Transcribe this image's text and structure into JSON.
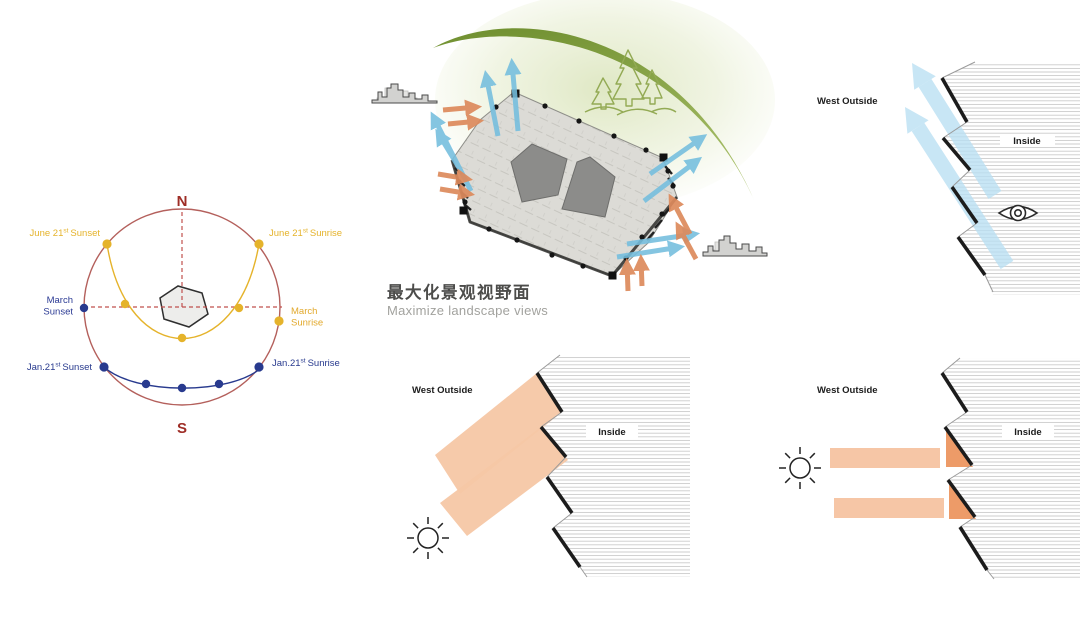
{
  "colors": {
    "sun_path_circle": "#b4605c",
    "compass_text": "#9e2d26",
    "summer_yellow": "#e5b32b",
    "winter_navy": "#283a8e",
    "view_arrow_blue": "#74bede",
    "facade_view_blue": "#b9dff2",
    "sun_arrow_orange": "#dd8a5c",
    "sun_beam_salmon": "#f6c7a5",
    "sun_beam_deep": "#ec9660",
    "landscape_green": "#7f9b3d"
  },
  "sun_path": {
    "north": "N",
    "south": "S",
    "june_sunset": {
      "pre": "June 21",
      "sup": "st",
      "post": "Sunset"
    },
    "june_sunrise": {
      "pre": "June 21",
      "sup": "st",
      "post": "Sunrise"
    },
    "march_sunset": {
      "line1": "March",
      "line2": "Sunset"
    },
    "march_sunrise": {
      "line1": "March",
      "line2": "Sunrise"
    },
    "jan_sunset": {
      "pre": "Jan.21",
      "sup": "st",
      "post": "Sunset"
    },
    "jan_sunrise": {
      "pre": "Jan.21",
      "sup": "st",
      "post": "Sunrise"
    }
  },
  "building": {
    "caption_zh": "最大化景观视野面",
    "caption_en": "Maximize landscape views"
  },
  "facade_view": {
    "outside": "West Outside",
    "inside": "Inside"
  },
  "facade_sun_blocked": {
    "outside": "West Outside",
    "inside": "Inside"
  },
  "facade_sun_redirect": {
    "outside": "West Outside",
    "inside": "Inside"
  }
}
